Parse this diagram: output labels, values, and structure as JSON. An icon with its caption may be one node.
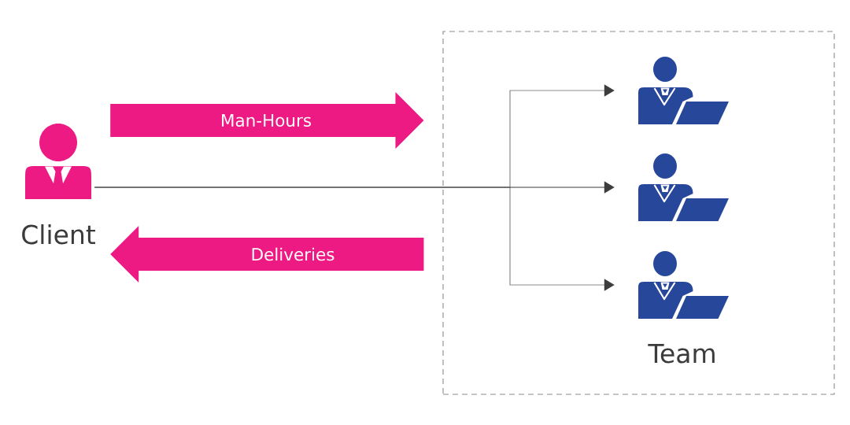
{
  "diagram": {
    "nodes": [
      {
        "text": [
          "Client"
        ]
      },
      {
        "text": [
          "Team"
        ]
      },
      {
        "text": [],
        "shape": "person",
        "in": 1
      },
      {
        "text": [],
        "shape": "person",
        "in": 1
      },
      {
        "text": [],
        "shape": "person",
        "in": 1
      }
    ],
    "edges": [
      {
        "from": 0,
        "to": 1,
        "arrow": "to",
        "label": "Man-Hours",
        "style": "thick",
        "color": "#ed1a84"
      },
      {
        "from": 1,
        "to": 0,
        "arrow": "to",
        "label": "Deliveries",
        "style": "thick",
        "color": "#ed1a84"
      },
      {
        "from": 0,
        "to": 2,
        "arrow": "to",
        "color": "#8c8c8c"
      },
      {
        "from": 0,
        "to": 3,
        "arrow": "to",
        "color": "#3d3d3d"
      },
      {
        "from": 0,
        "to": 4,
        "arrow": "to",
        "color": "#8c8c8c"
      }
    ]
  }
}
